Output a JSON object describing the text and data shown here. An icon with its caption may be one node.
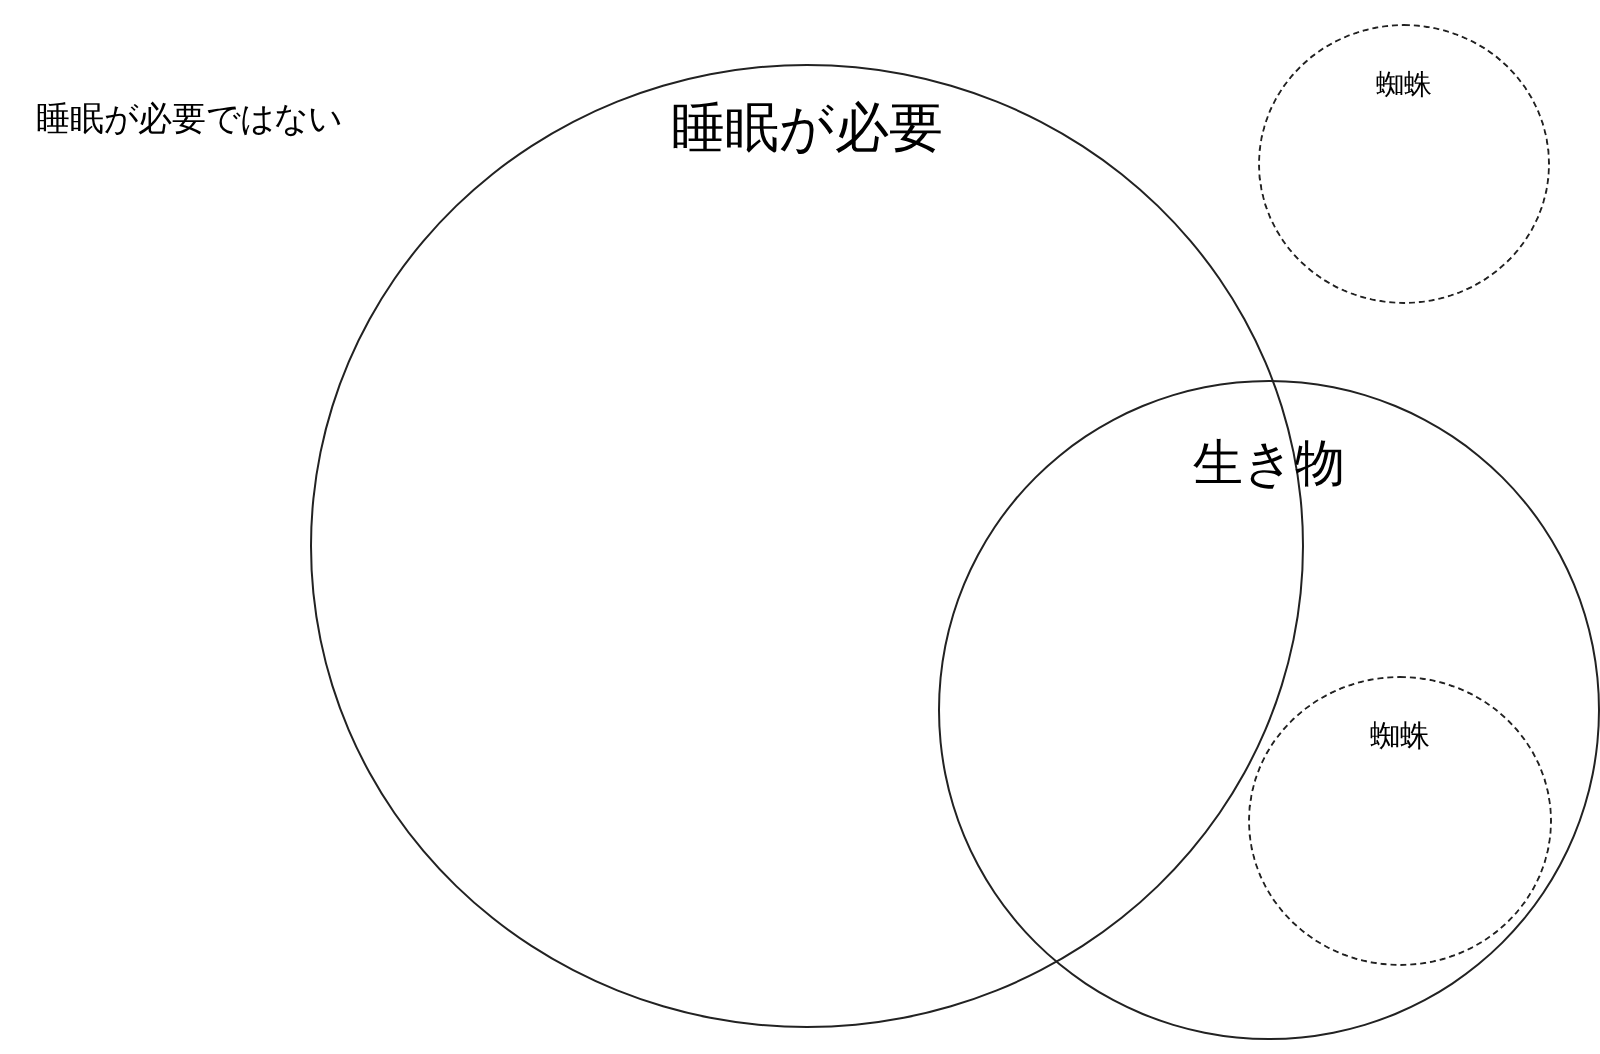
{
  "diagram": {
    "nodes": [
      {
        "text": [
          "睡眠が必要"
        ]
      },
      {
        "text": [
          "生き物"
        ]
      },
      {
        "text": [
          "蜘蛛"
        ]
      },
      {
        "text": [
          "蜘蛛"
        ],
        "in": 1
      }
    ],
    "labels": [
      "睡眠が必要ではない"
    ]
  }
}
